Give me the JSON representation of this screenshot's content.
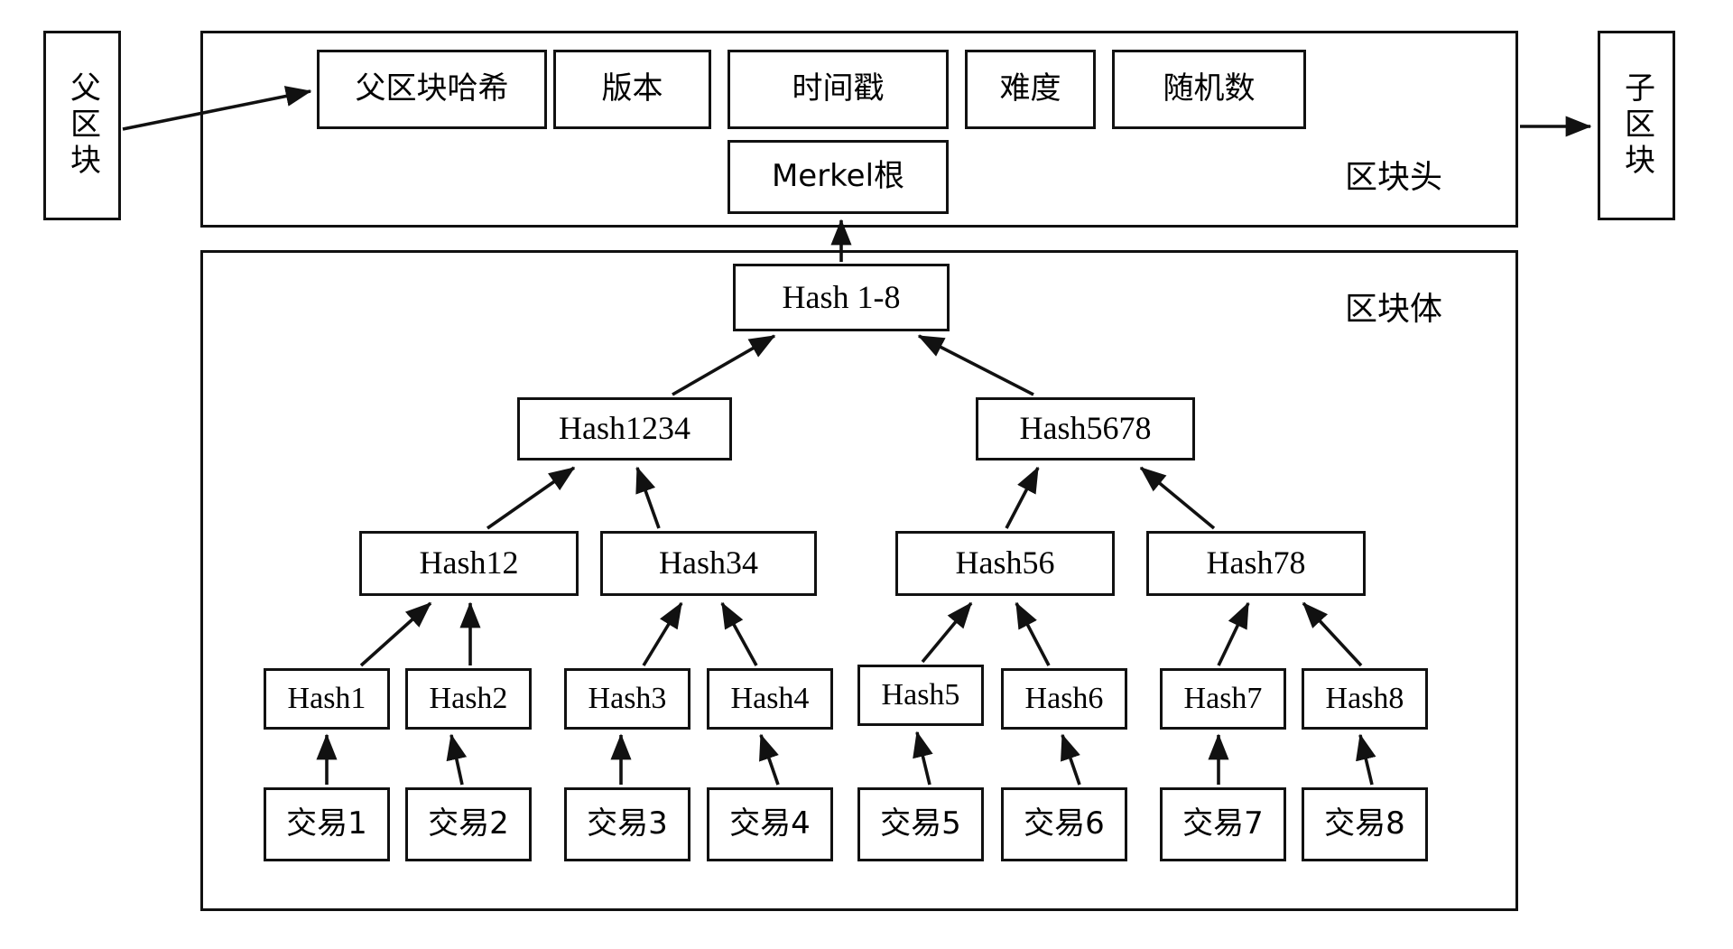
{
  "diagram": {
    "title_semantic": "blockchain-block-structure-merkle-tree",
    "colors": {
      "stroke": "#111111",
      "background": "#ffffff",
      "text": "#000000"
    },
    "parent_block": {
      "label": "父区块"
    },
    "child_block": {
      "label": "子区块"
    },
    "header": {
      "section_label": "区块头",
      "fields": [
        {
          "label": "父区块哈希"
        },
        {
          "label": "版本"
        },
        {
          "label": "时间戳"
        },
        {
          "label": "难度"
        },
        {
          "label": "随机数"
        },
        {
          "label": "Merkel根"
        }
      ]
    },
    "body": {
      "section_label": "区块体",
      "merkle_root": {
        "label": "Hash 1-8"
      },
      "level2": [
        {
          "label": "Hash1234"
        },
        {
          "label": "Hash5678"
        }
      ],
      "level3": [
        {
          "label": "Hash12"
        },
        {
          "label": "Hash34"
        },
        {
          "label": "Hash56"
        },
        {
          "label": "Hash78"
        }
      ],
      "leaf_hashes": [
        {
          "label": "Hash1"
        },
        {
          "label": "Hash2"
        },
        {
          "label": "Hash3"
        },
        {
          "label": "Hash4"
        },
        {
          "label": "Hash5"
        },
        {
          "label": "Hash6"
        },
        {
          "label": "Hash7"
        },
        {
          "label": "Hash8"
        }
      ],
      "transactions": [
        {
          "label": "交易1"
        },
        {
          "label": "交易2"
        },
        {
          "label": "交易3"
        },
        {
          "label": "交易4"
        },
        {
          "label": "交易5"
        },
        {
          "label": "交易6"
        },
        {
          "label": "交易7"
        },
        {
          "label": "交易8"
        }
      ]
    }
  }
}
